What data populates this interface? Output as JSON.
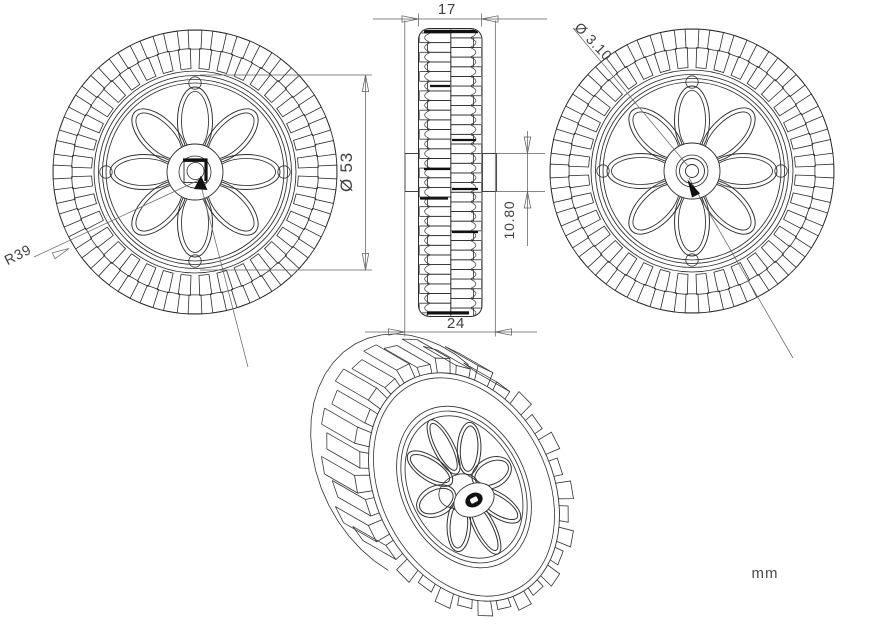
{
  "drawing": {
    "units_label": "mm",
    "dimensions": {
      "tread_width": "17",
      "overall_width": "24",
      "boss_height": "10.80",
      "rim_diameter": "Ø 53",
      "tire_radius": "R39",
      "axle_hole": "Ø 3.10"
    }
  }
}
